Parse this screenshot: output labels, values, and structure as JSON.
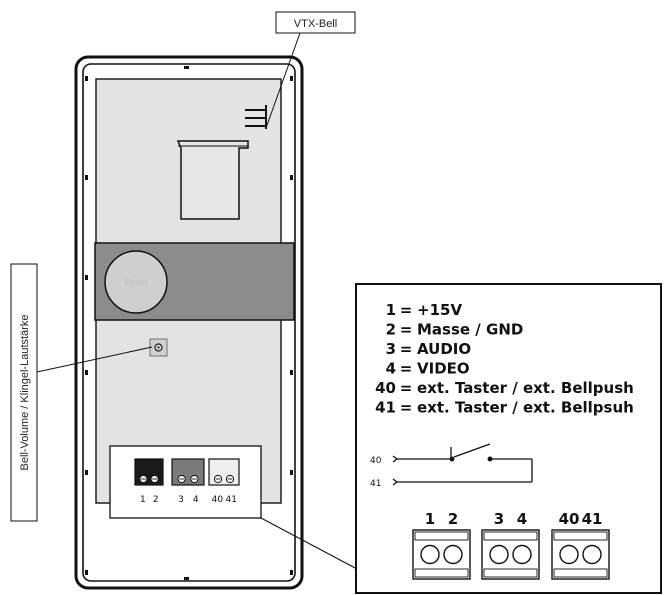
{
  "callouts": {
    "vtx_bell": "VTX-Bell",
    "bell_volume": "Bell-Volume / Klingel-Lautstärke"
  },
  "speaker": {
    "brand": "Elcom"
  },
  "device_terminals": [
    {
      "label": "1",
      "color": "#1a1a1a"
    },
    {
      "label": "2",
      "color": "#1a1a1a"
    },
    {
      "label": "3",
      "color": "#7a7a7a"
    },
    {
      "label": "4",
      "color": "#7a7a7a"
    },
    {
      "label": "40",
      "color": "#eeeeee"
    },
    {
      "label": "41",
      "color": "#eeeeee"
    }
  ],
  "legend": {
    "items": [
      {
        "key": "1",
        "value": "+15V"
      },
      {
        "key": "2",
        "value": "Masse / GND"
      },
      {
        "key": "3",
        "value": "AUDIO"
      },
      {
        "key": "4",
        "value": "VIDEO"
      },
      {
        "key": "40",
        "value": "ext. Taster / ext. Bellpush"
      },
      {
        "key": "41",
        "value": "ext. Taster / ext. Bellpsuh"
      }
    ],
    "switch_labels": [
      "40",
      "41"
    ],
    "terminal_groups": [
      {
        "labels": [
          "1",
          "2"
        ]
      },
      {
        "labels": [
          "3",
          "4"
        ]
      },
      {
        "labels": [
          "40",
          "41"
        ]
      }
    ]
  },
  "colors": {
    "panel_face": "#e3e3e3",
    "camera_band": "#8c8c8c",
    "camera_lens": "#cfcfcf",
    "outline": "#111111"
  }
}
